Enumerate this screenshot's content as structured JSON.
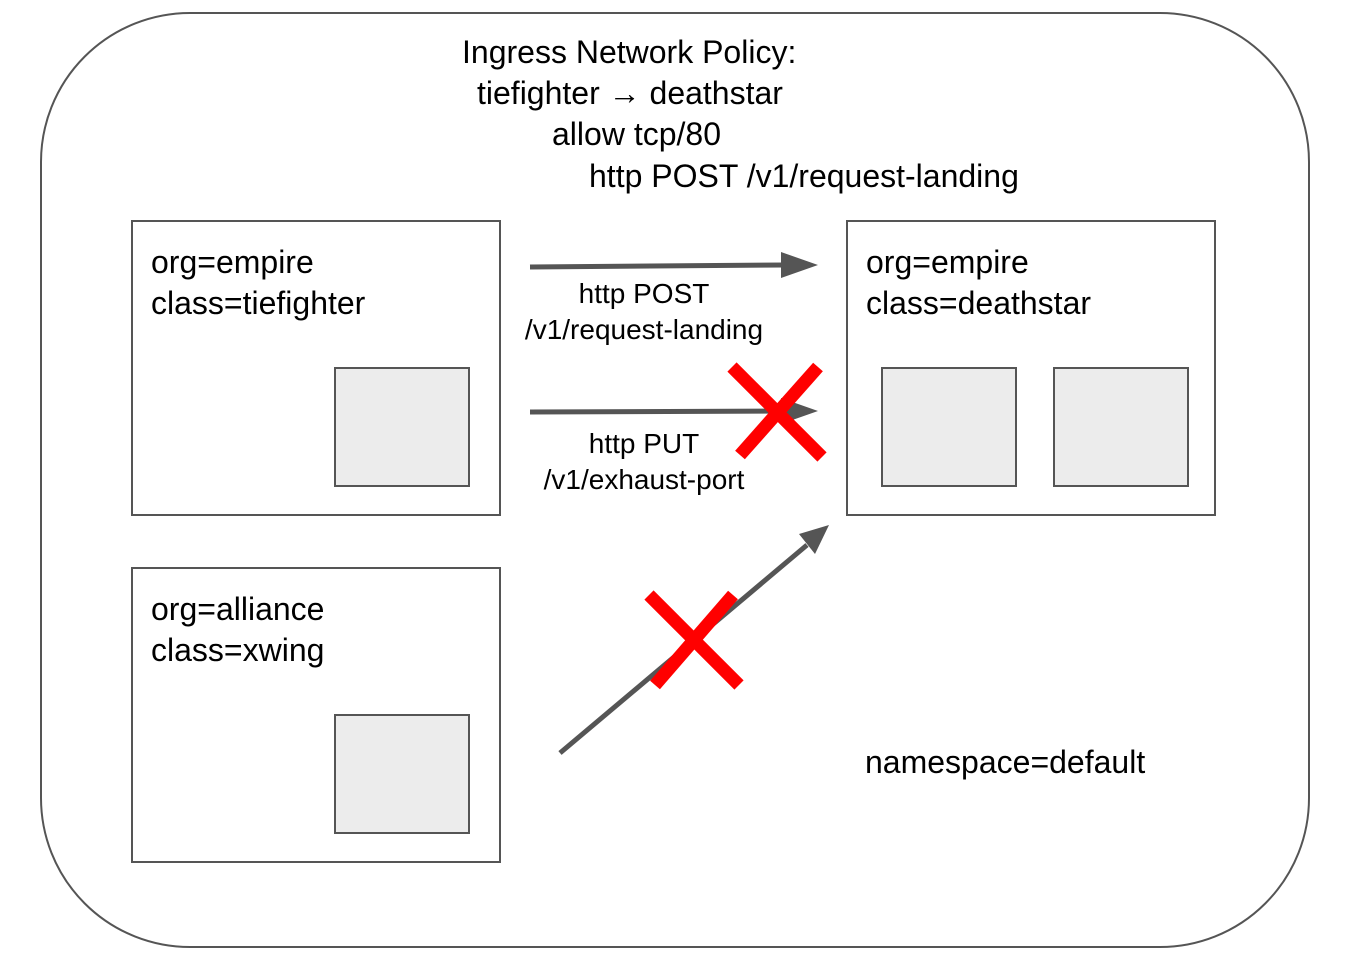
{
  "policy": {
    "title": "Ingress Network Policy:",
    "direction": "tiefighter → deathstar",
    "port_rule": "allow tcp/80",
    "http_rule": "http POST /v1/request-landing"
  },
  "endpoints": {
    "tiefighter": {
      "org": "org=empire",
      "class": "class=tiefighter"
    },
    "deathstar": {
      "org": "org=empire",
      "class": "class=deathstar"
    },
    "xwing": {
      "org": "org=alliance",
      "class": "class=xwing"
    }
  },
  "flows": {
    "post": {
      "method": "http POST",
      "path": "/v1/request-landing",
      "status": "allowed"
    },
    "put": {
      "method": "http PUT",
      "path": "/v1/exhaust-port",
      "status": "denied"
    },
    "xwing": {
      "status": "denied"
    }
  },
  "namespace_label": "namespace=default",
  "colors": {
    "border": "#555555",
    "arrow": "#555555",
    "pod_fill": "#ececec",
    "deny_mark": "#ff0000"
  }
}
